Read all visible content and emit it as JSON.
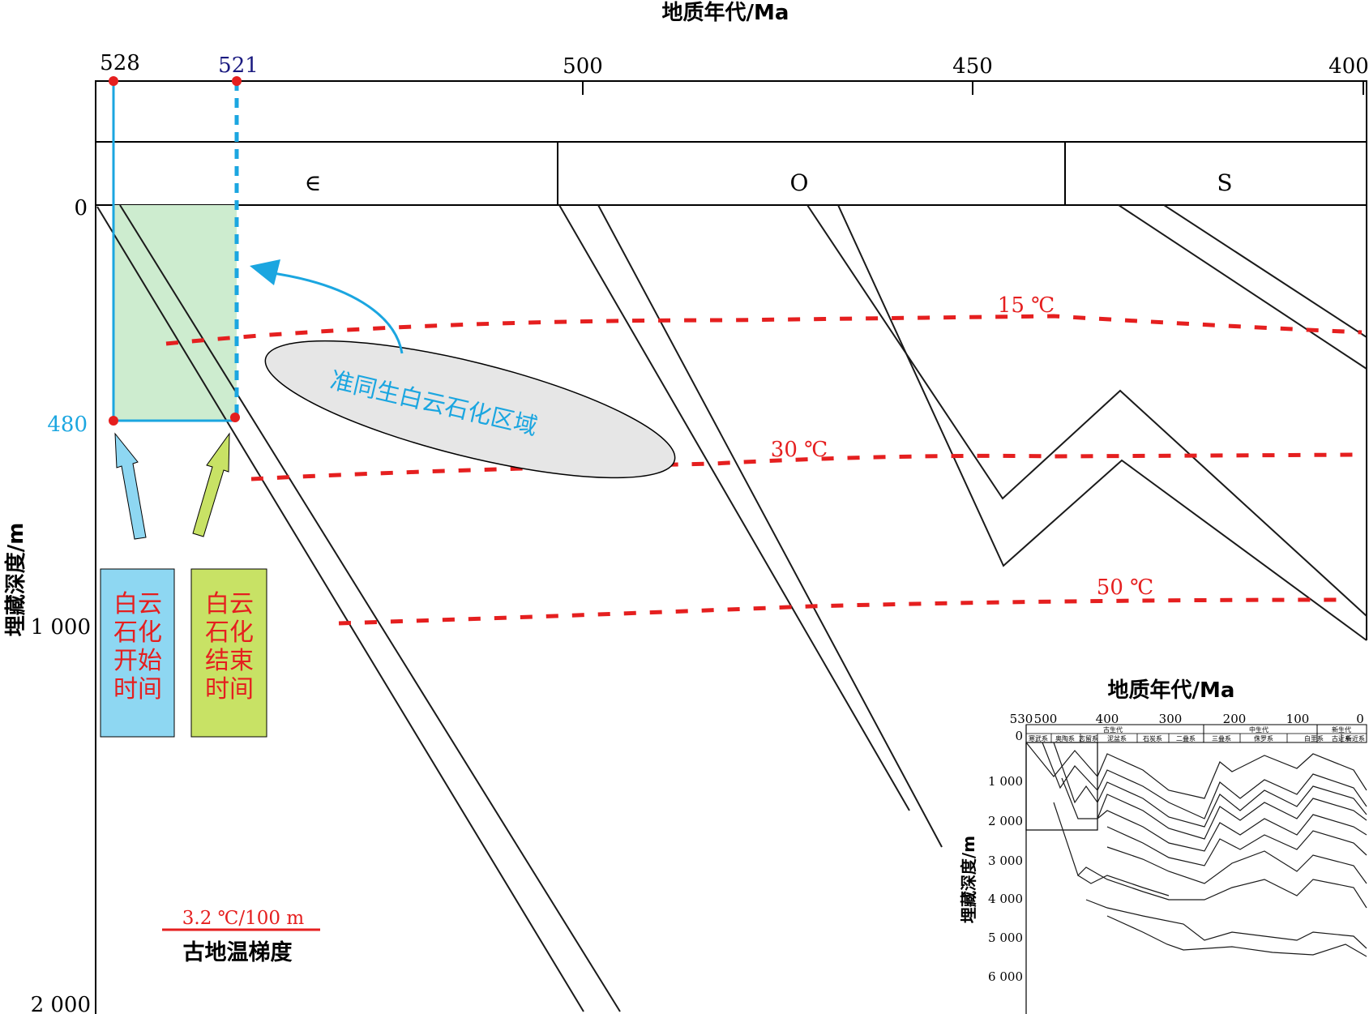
{
  "top_axis": {
    "title": "地质年代/Ma",
    "ticks": [
      {
        "label": "528",
        "color": "#000000"
      },
      {
        "label": "521",
        "color": "#1a1a80"
      },
      {
        "label": "500",
        "color": "#000000"
      },
      {
        "label": "450",
        "color": "#000000"
      },
      {
        "label": "400",
        "color": "#000000"
      }
    ]
  },
  "periods": [
    "∈",
    "O",
    "S"
  ],
  "left_axis": {
    "title": "埋藏深度/m",
    "ticks": [
      "0",
      "480",
      "1 000",
      "2 000"
    ]
  },
  "isotherms": [
    "15 ℃",
    "30 ℃",
    "50 ℃"
  ],
  "zone_label": "准同生白云石化区域",
  "start_box": {
    "lines": [
      "白云",
      "石化",
      "开始",
      "时间"
    ],
    "color": "#8ed7f2"
  },
  "end_box": {
    "lines": [
      "白云",
      "石化",
      "结束",
      "时间"
    ],
    "color": "#c8e265"
  },
  "gradient": {
    "value": "3.2 ℃/100 m",
    "label": "古地温梯度"
  },
  "inset": {
    "title": "地质年代/Ma",
    "x_ticks": [
      "530",
      "500",
      "400",
      "300",
      "200",
      "100",
      "0"
    ],
    "eras": [
      "古生代",
      "中生代",
      "新生代"
    ],
    "systems": [
      "寒武系",
      "奥陶系",
      "志留系",
      "泥盆系",
      "石炭系",
      "二叠系",
      "三叠系",
      "侏罗系",
      "白垩系",
      "古近系",
      "新近系"
    ],
    "y_title": "埋藏深度/m",
    "y_ticks": [
      "0",
      "1 000",
      "2 000",
      "3 000",
      "4 000",
      "5 000",
      "6 000"
    ]
  },
  "colors": {
    "burial_line": "#1a1a1a",
    "isotherm": "#e51f1f",
    "accent_blue": "#1ba6e0",
    "green_zone": "#cdeccf",
    "ellipse_fill": "#e6e6e6"
  }
}
